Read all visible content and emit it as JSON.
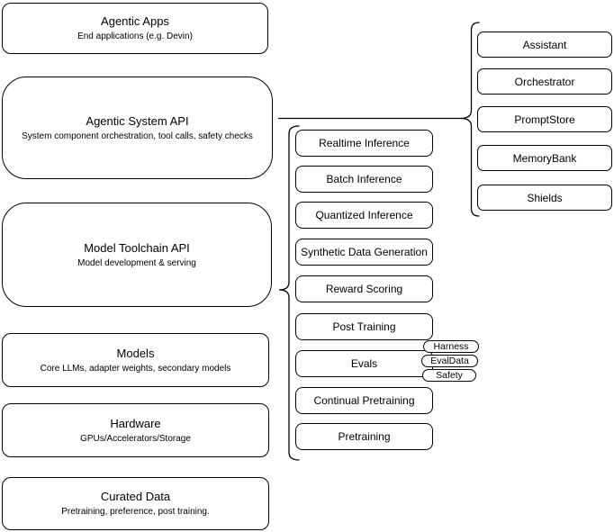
{
  "colors": {
    "stroke": "#000000",
    "background": "#ffffff",
    "text": "#000000"
  },
  "left_stack": [
    {
      "title": "Agentic Apps",
      "subtitle": "End applications (e.g. Devin)"
    },
    {
      "title": "Agentic System API",
      "subtitle": "System component orchestration, tool calls, safety checks"
    },
    {
      "title": "Model Toolchain API",
      "subtitle": "Model development & serving"
    },
    {
      "title": "Models",
      "subtitle": "Core LLMs, adapter weights, secondary models"
    },
    {
      "title": "Hardware",
      "subtitle": "GPUs/Accelerators/Storage"
    },
    {
      "title": "Curated Data",
      "subtitle": "Pretraining, preference, post training."
    }
  ],
  "toolchain_services": [
    "Realtime Inference",
    "Batch Inference",
    "Quantized Inference",
    "Synthetic Data Generation",
    "Reward Scoring",
    "Post Training",
    "Evals",
    "Continual Pretraining",
    "Pretraining"
  ],
  "evals_tags": [
    "Harness",
    "EvalData",
    "Safety"
  ],
  "system_components": [
    "Assistant",
    "Orchestrator",
    "PromptStore",
    "MemoryBank",
    "Shields"
  ]
}
